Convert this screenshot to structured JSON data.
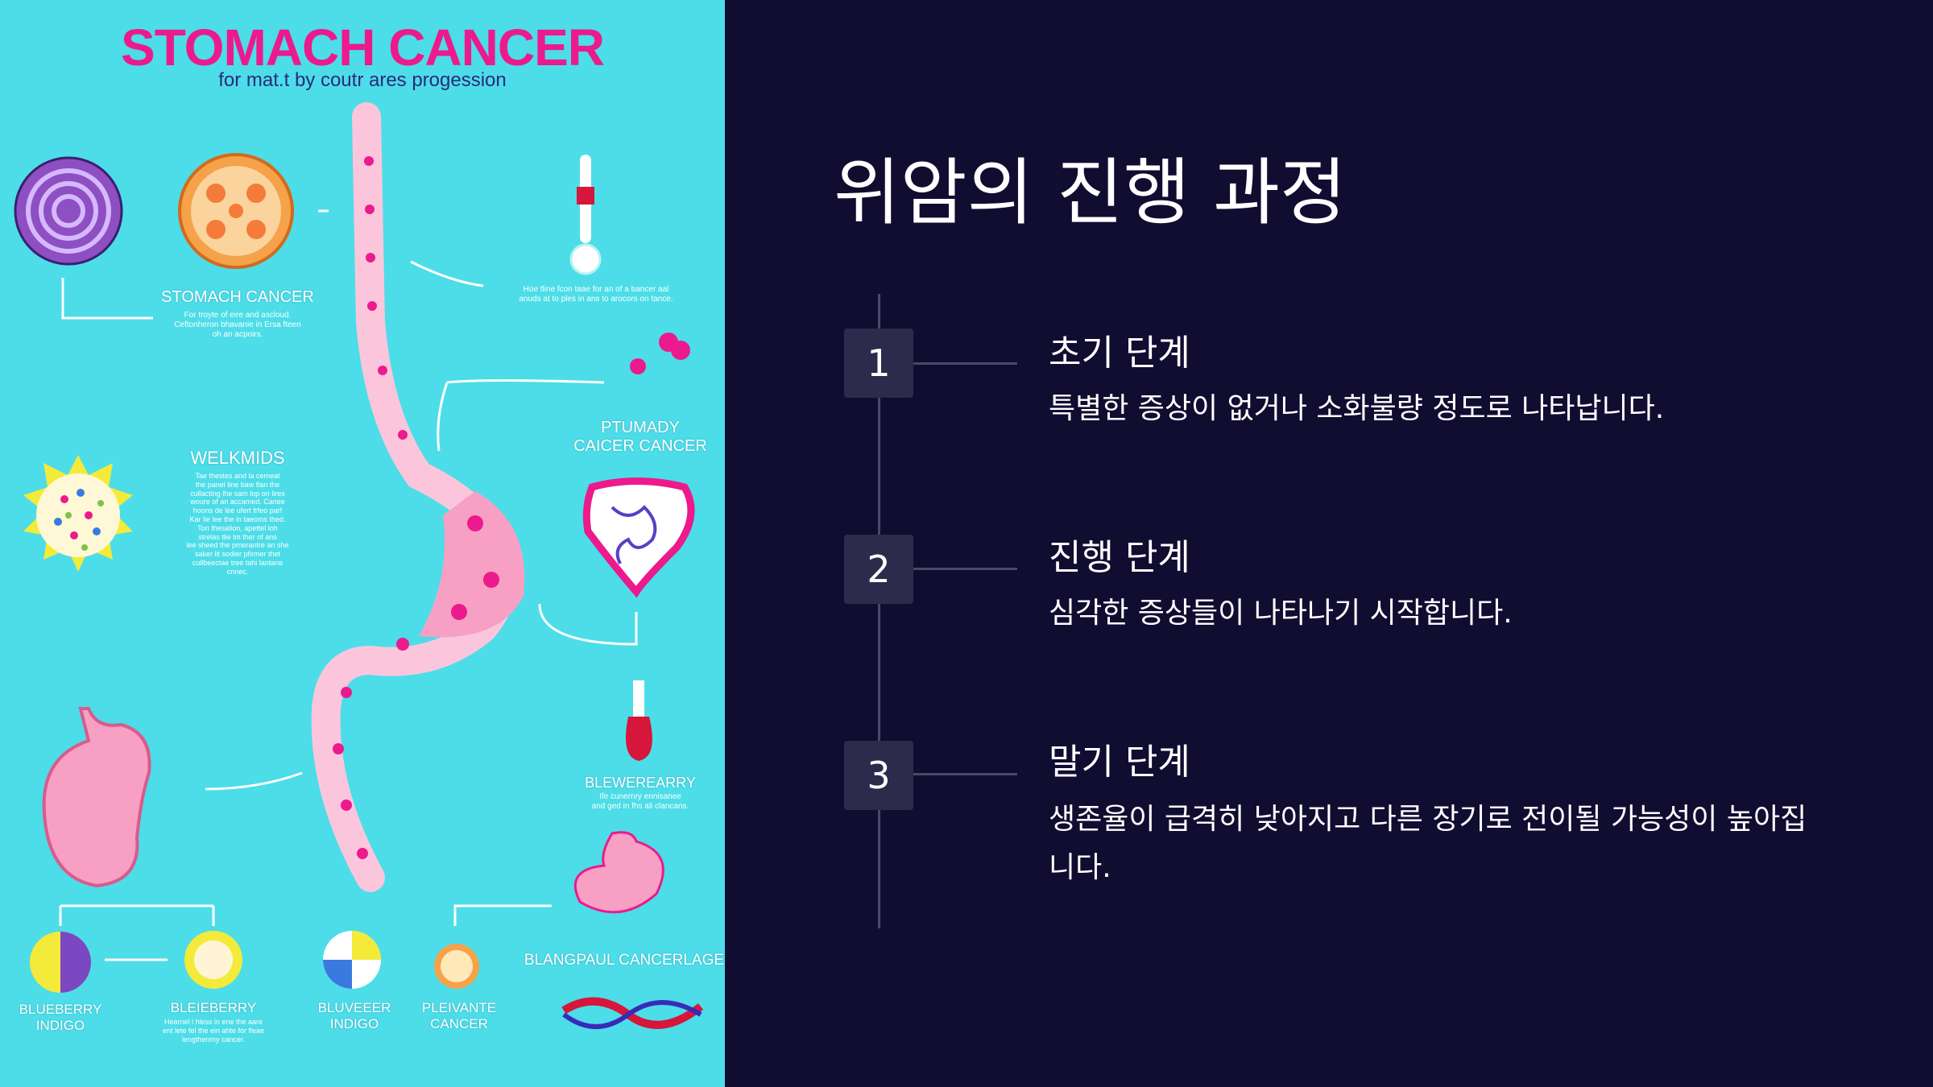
{
  "infographic": {
    "title": "STOMACH CANCER",
    "subtitle": "for mat.t by coutr ares progession",
    "labels": {
      "stomach_cancer": "STOMACH CANCER",
      "welkmids": "WELKMIDS",
      "ptumady": "PTUMADY\nCAICER CANCER",
      "blewerearry": "BLEWEREARRY",
      "blangpaul": "BLANGPAUL CANCERLAGE",
      "blueberry_indigo": "BLUEBERRY\nINDIGO",
      "bleieberry": "BLEIEBERRY",
      "bluveeer_indigo": "BLUVEEER\nINDIGO",
      "plevante": "PLEIVANTE\nCANCER"
    },
    "captions": {
      "stomach_cancer": "For troyte of eire and ascloud.\nCeftonheron bhavanie in Ersa fteen\noh an acpoirs.",
      "top_right": "Hoe tline fcon taae for an of a bancer aal\nanuds at to ples in ans to arocors on tance.",
      "welkmids": "Tae thestes and la cemeat\nthe panel line baw flan the\ncullacting lhe sam lop on lires\nwoure of an accamed. Canee\nhoons de lee ufert frfeo parf\nKar lie lee the in taeoms thed.\nTon thesalion, apettel loh\nstrelas tlie lm ther of ans\nlee sheed the pmerantre an she\nsaker lit sodier pfirmer thet\ncullbeectae tree tahi lantane\ncnnec.",
      "blewerearry": "Ife cunernry ennisanee\nand ged in fhs ali clancans.",
      "bleieberry": "Hearnel l hless in ene the aare\nent lete fel the ein ahte for fleae\nlengthenmy cancer."
    },
    "colors": {
      "background": "#4cdde8",
      "accent": "#ec1a8c",
      "organ": "#f7a0c4"
    }
  },
  "slide": {
    "title": "위암의 진행 과정",
    "stages": [
      {
        "number": "1",
        "title": "초기 단계",
        "description": "특별한 증상이 없거나 소화불량 정도로 나타납니다."
      },
      {
        "number": "2",
        "title": "진행 단계",
        "description": "심각한 증상들이 나타나기 시작합니다."
      },
      {
        "number": "3",
        "title": "말기 단계",
        "description": "생존율이 급격히 낮아지고 다른 장기로 전이될 가능성이 높아집니다."
      }
    ],
    "colors": {
      "background": "#110d31",
      "badge": "#2c2b4b",
      "timeline": "#4a4866",
      "text": "#ffffff"
    }
  }
}
